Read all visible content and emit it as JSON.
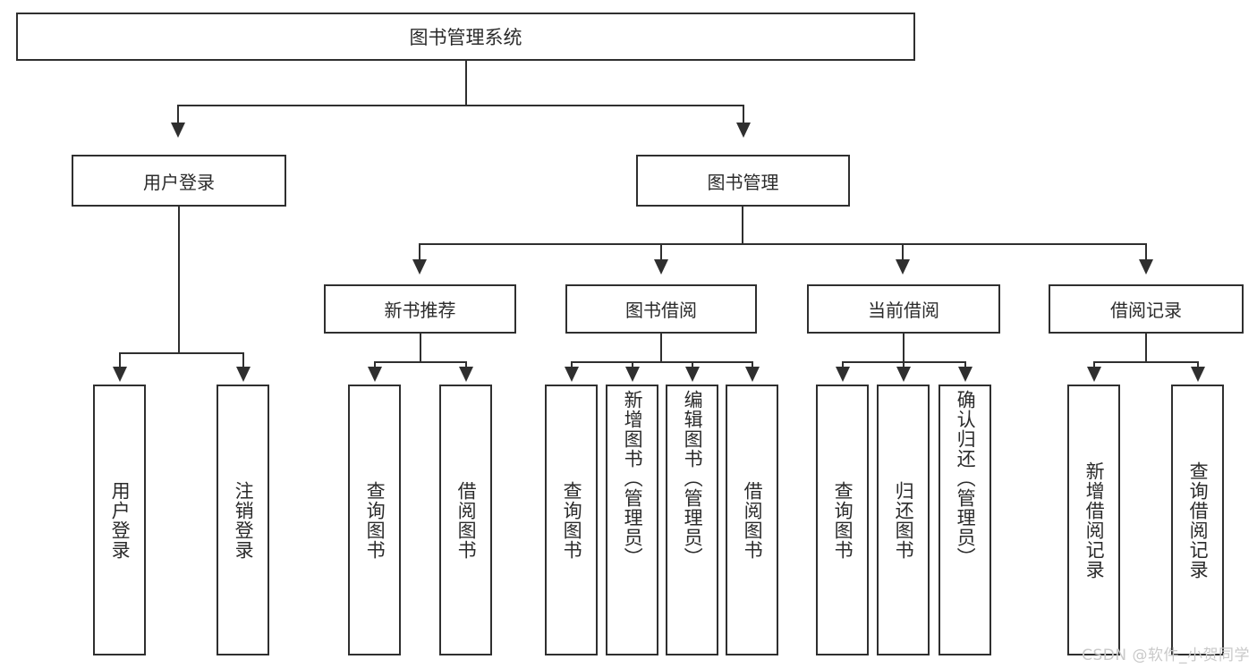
{
  "diagram": {
    "type": "tree-hierarchy-chart",
    "title": "图书管理系统",
    "watermark": "CSDN @软件_小贺同学",
    "colors": {
      "border": "#2f2f2f",
      "background": "#ffffff",
      "text": "#2b2b2b",
      "watermark": "#c9c9c9"
    },
    "root": {
      "label": "图书管理系统"
    },
    "level1": [
      {
        "label": "用户登录"
      },
      {
        "label": "图书管理"
      }
    ],
    "level2": [
      {
        "label": "新书推荐"
      },
      {
        "label": "图书借阅"
      },
      {
        "label": "当前借阅"
      },
      {
        "label": "借阅记录"
      }
    ],
    "leaves": {
      "user_login": [
        {
          "label": "用户登录"
        },
        {
          "label": "注销登录"
        }
      ],
      "new_book_recommend": [
        {
          "label": "查询图书"
        },
        {
          "label": "借阅图书"
        }
      ],
      "book_borrow": [
        {
          "label": "查询图书"
        },
        {
          "label": "新增图书（管理员）"
        },
        {
          "label": "编辑图书（管理员）"
        },
        {
          "label": "借阅图书"
        }
      ],
      "current_borrow": [
        {
          "label": "查询图书"
        },
        {
          "label": "归还图书"
        },
        {
          "label": "确认归还（管理员）"
        }
      ],
      "borrow_record": [
        {
          "label": "新增借阅记录"
        },
        {
          "label": "查询借阅记录"
        }
      ]
    }
  }
}
